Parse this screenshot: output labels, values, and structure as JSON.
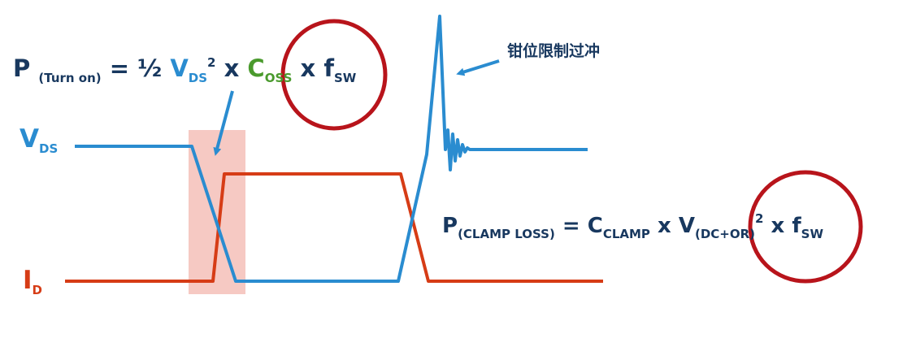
{
  "formula_turn_on": {
    "p": "P",
    "p_sub": "(Turn on)",
    "eq": "=",
    "half": "½",
    "v": "V",
    "v_sub": "DS",
    "v_sup": "2",
    "x1": "x",
    "c": "C",
    "c_sub": "OSS",
    "x2": "x",
    "f": "f",
    "f_sub": "SW"
  },
  "formula_clamp": {
    "p": "P",
    "p_sub": "(CLAMP LOSS)",
    "eq": "=",
    "c": "C",
    "c_sub": "CLAMP",
    "x1": "x",
    "v": "V",
    "v_sub": "(DC+OR)",
    "v_sup": "2",
    "x2": "x",
    "f": "f",
    "f_sub": "SW"
  },
  "signal_vds": {
    "main": "V",
    "sub": "DS",
    "color": "#2a8cd0"
  },
  "signal_id": {
    "main": "I",
    "sub": "D",
    "color": "#d63c16"
  },
  "annotation": "钳位限制过冲",
  "colors": {
    "vds": "#2a8cd0",
    "id": "#d63c16",
    "navy": "#18385f",
    "green": "#4a9a2d",
    "circle": "#b8141b",
    "highlight": "#f6c9c3"
  }
}
